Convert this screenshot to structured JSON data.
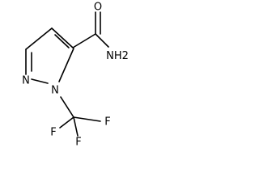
{
  "diagram": {
    "type": "chemical-structure",
    "atoms": {
      "O": "O",
      "NH2": "NH2",
      "N_ring": "N",
      "N_sub": "N",
      "F1": "F",
      "F2": "F",
      "F3": "F"
    }
  }
}
